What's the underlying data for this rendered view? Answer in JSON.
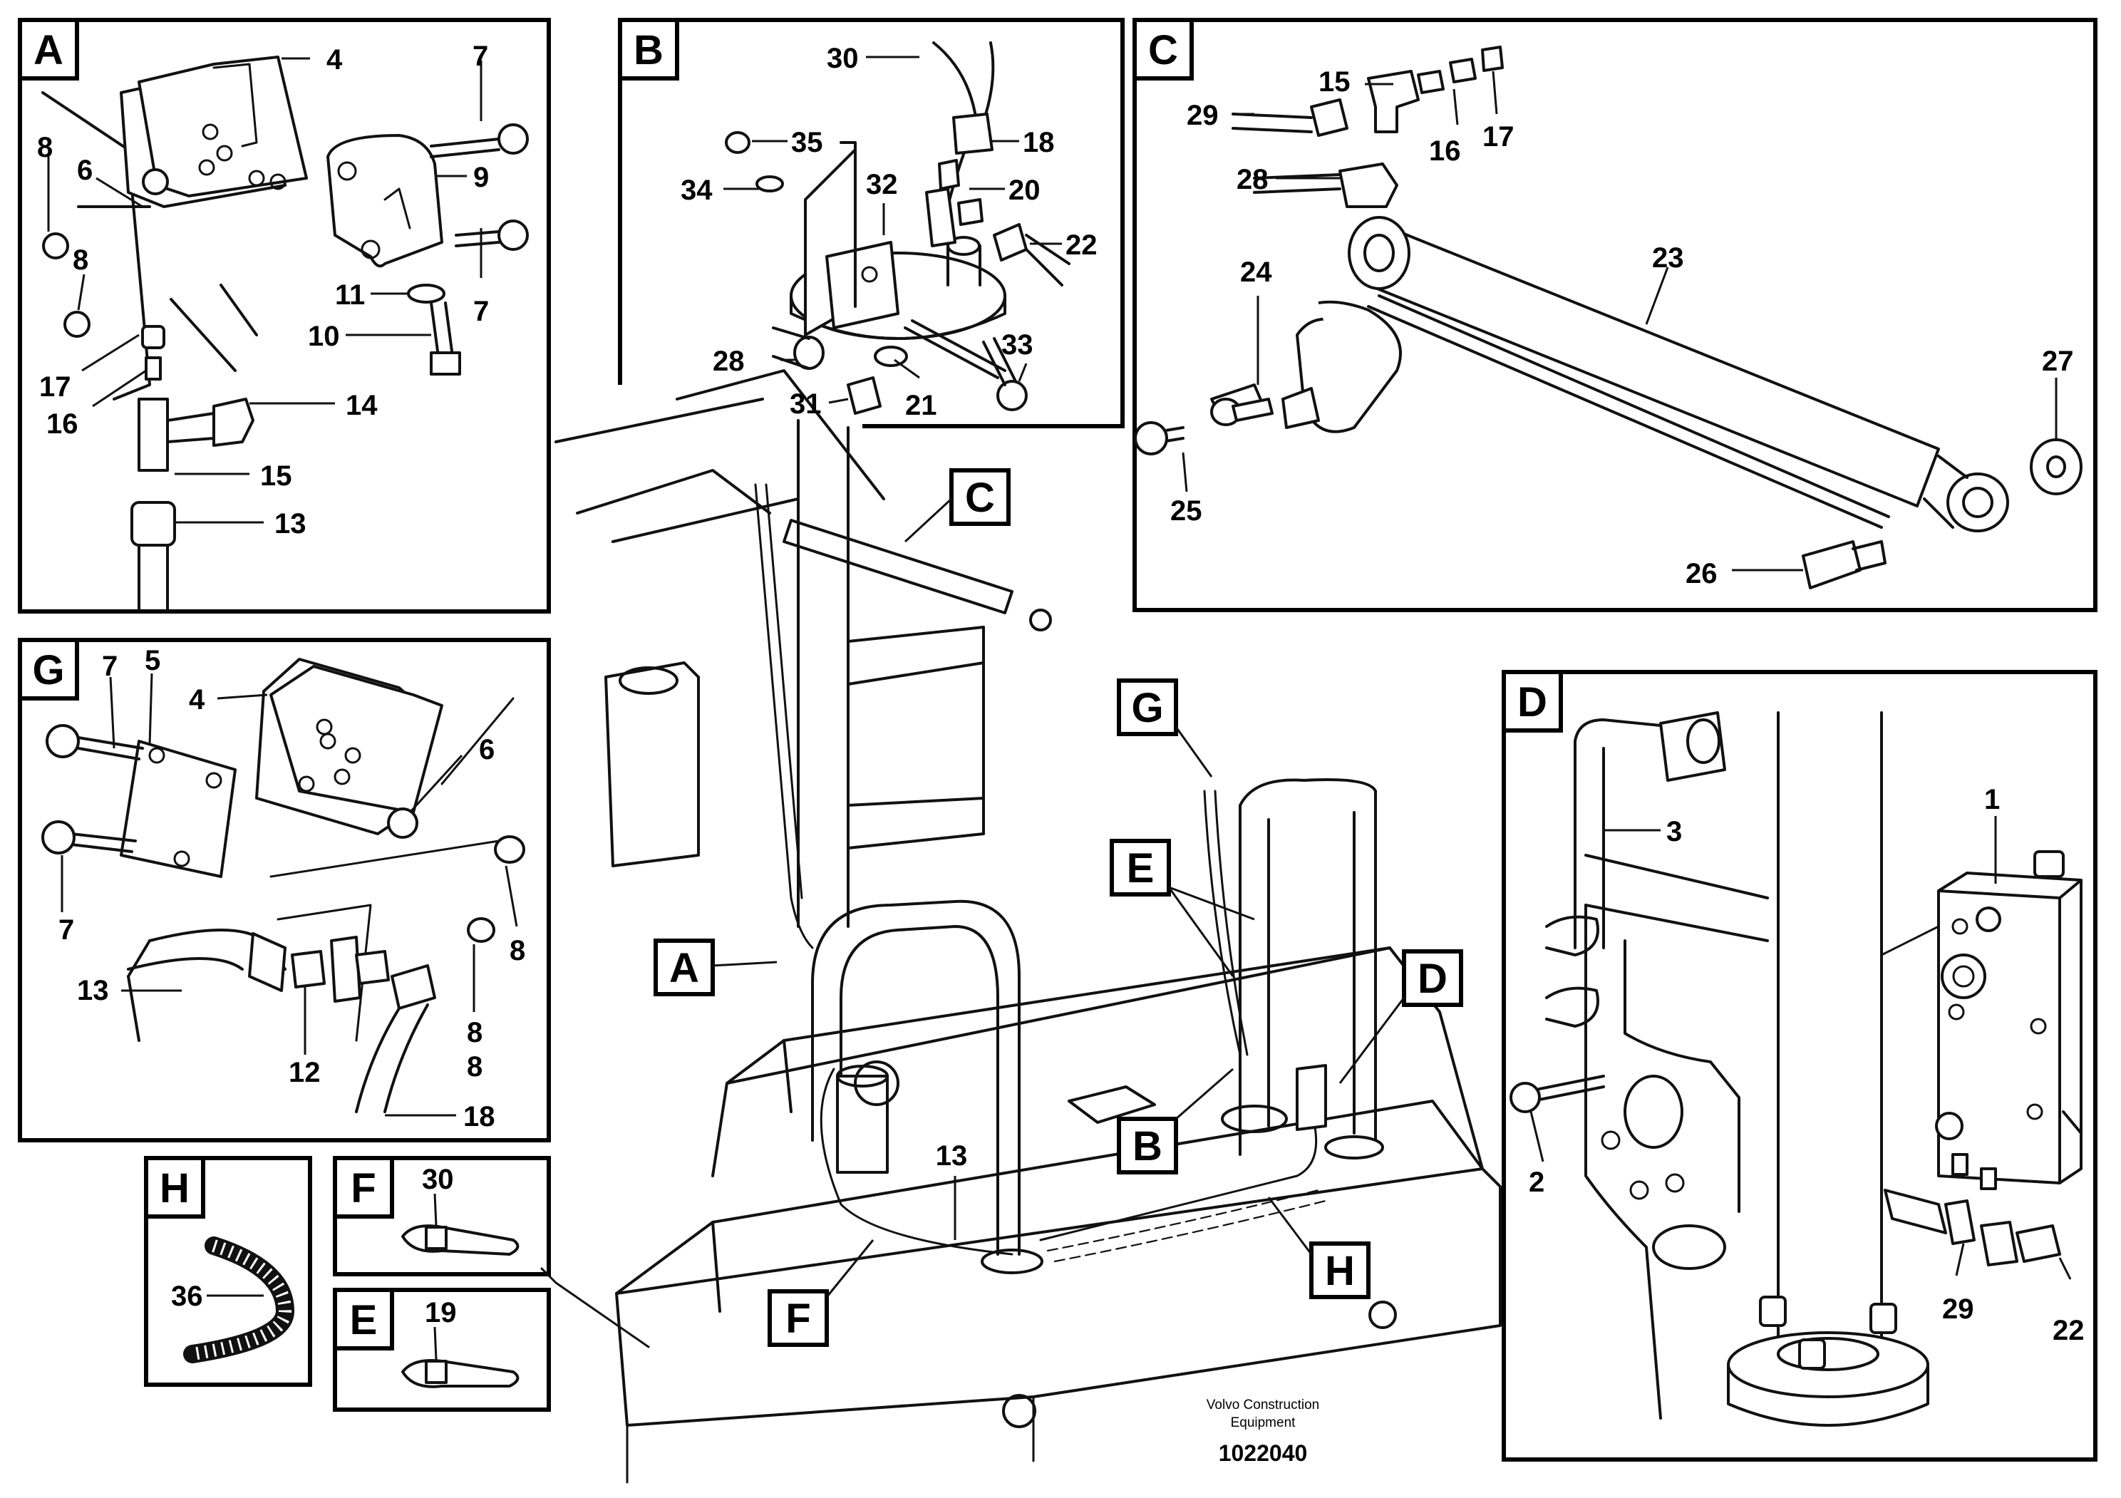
{
  "panels": {
    "A": {
      "label": "A",
      "callouts": [
        "4",
        "7",
        "8",
        "6",
        "9",
        "8",
        "7",
        "11",
        "10",
        "17",
        "16",
        "14",
        "15",
        "13"
      ]
    },
    "B": {
      "label": "B",
      "callouts": [
        "30",
        "35",
        "18",
        "34",
        "32",
        "20",
        "22",
        "28",
        "33",
        "31",
        "21"
      ]
    },
    "C": {
      "label": "C",
      "callouts": [
        "15",
        "29",
        "16",
        "17",
        "28",
        "23",
        "24",
        "27",
        "25",
        "26"
      ]
    },
    "G": {
      "label": "G",
      "callouts": [
        "7",
        "5",
        "4",
        "6",
        "7",
        "8",
        "13",
        "8",
        "8",
        "12",
        "18"
      ]
    },
    "D": {
      "label": "D",
      "callouts": [
        "3",
        "1",
        "2",
        "29",
        "22"
      ]
    },
    "H": {
      "label": "H",
      "callouts": [
        "36"
      ]
    },
    "F": {
      "label": "F",
      "callouts": [
        "30"
      ]
    },
    "E": {
      "label": "E",
      "callouts": [
        "19"
      ]
    }
  },
  "main_view": {
    "tags": [
      "C",
      "G",
      "E",
      "A",
      "D",
      "B",
      "F",
      "H"
    ],
    "callouts": [
      "13"
    ]
  },
  "footer": {
    "publisher_line1": "Volvo Construction",
    "publisher_line2": "Equipment",
    "document_number": "1022040"
  }
}
